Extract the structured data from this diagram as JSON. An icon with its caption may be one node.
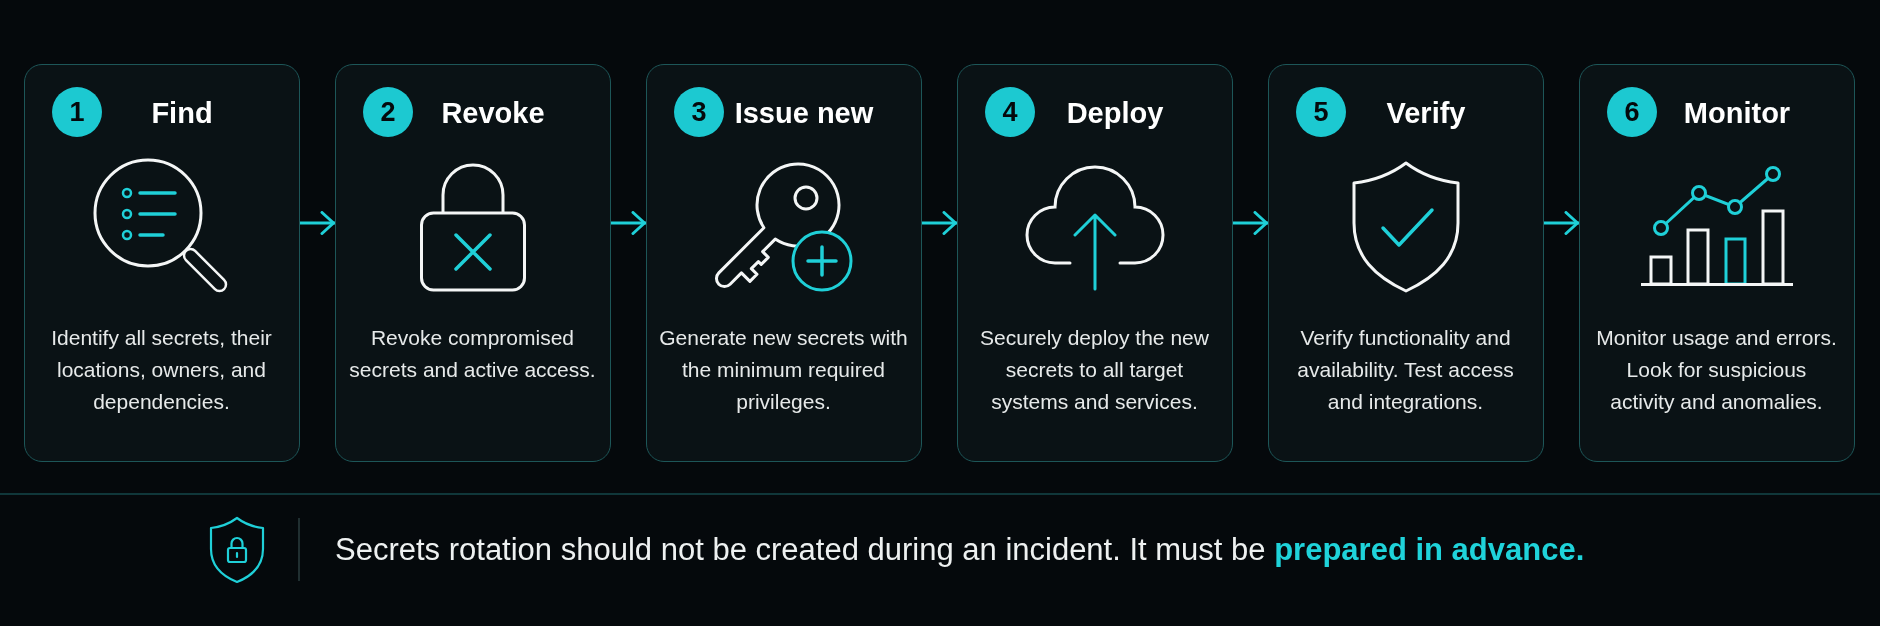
{
  "diagram": {
    "nodes": [
      {
        "text": [
          "Find",
          "Identify all secrets, their locations, owners, and dependencies."
        ]
      },
      {
        "text": [
          "1"
        ],
        "in": 0
      },
      {
        "text": [
          "Revoke",
          "Revoke compromised secrets and active access."
        ]
      },
      {
        "text": [
          "2"
        ],
        "in": 2
      },
      {
        "text": [
          "Issue new",
          "Generate new secrets with the minimum required privileges."
        ]
      },
      {
        "text": [
          "3"
        ],
        "in": 4
      },
      {
        "text": [
          "Deploy",
          "Securely deploy the new secrets to all target systems and services."
        ]
      },
      {
        "text": [
          "4"
        ],
        "in": 6
      },
      {
        "text": [
          "Verify",
          "Verify functionality and availability. Test access and integrations."
        ]
      },
      {
        "text": [
          "5"
        ],
        "in": 8
      },
      {
        "text": [
          "Monitor",
          "Monitor usage and errors. Look for suspicious activity and anomalies."
        ]
      },
      {
        "text": [
          "6"
        ],
        "in": 10
      }
    ],
    "edges": [
      {
        "from": 0,
        "to": 2,
        "arrow": "to"
      },
      {
        "from": 2,
        "to": 4,
        "arrow": "to"
      },
      {
        "from": 4,
        "to": 6,
        "arrow": "to"
      },
      {
        "from": 6,
        "to": 8,
        "arrow": "to"
      },
      {
        "from": 8,
        "to": 10,
        "arrow": "to"
      }
    ],
    "labels": [
      "Secrets rotation should not be created during an incident. It must be **prepared in advance.**"
    ]
  }
}
